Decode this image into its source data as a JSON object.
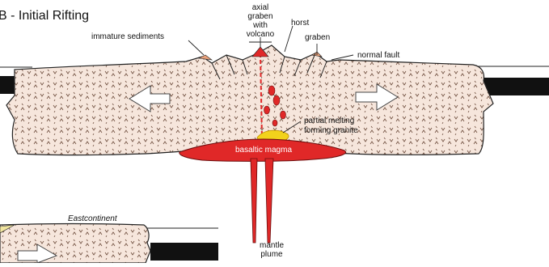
{
  "title": "B - Initial Rifting",
  "labels": {
    "axial_graben": [
      "axial",
      "graben",
      "with",
      "volcano"
    ],
    "horst": "horst",
    "graben": "graben",
    "immature_sediments": "immature sediments",
    "normal_fault": "normal fault",
    "partial_melting": [
      "partial melting",
      "forming granite"
    ],
    "basaltic_magma": "basaltic magma",
    "mantle_plume": [
      "mantle",
      "plume"
    ],
    "eastcontinent": "Eastcontinent"
  },
  "colors": {
    "crust": "#f6e6dc",
    "magma": "#e02828",
    "granite_melt": "#f2d21c",
    "lithosphere_bar": "#111111",
    "arrow_fill": "#ffffff"
  }
}
